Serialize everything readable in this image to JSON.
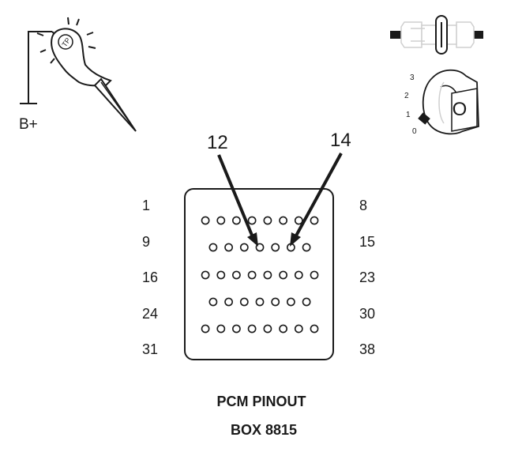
{
  "probe": {
    "icon": "test-light-probe-icon",
    "supply_label": "B+",
    "handle_text": "TP"
  },
  "ignition": {
    "switch_icon": "ignition-switch-icon",
    "key_icon": "ignition-key-icon",
    "positions": [
      "3",
      "2",
      "1",
      "0"
    ],
    "key_face": "O"
  },
  "connector": {
    "row_labels_left": [
      "1",
      "9",
      "16",
      "24",
      "31"
    ],
    "row_labels_right": [
      "8",
      "15",
      "23",
      "30",
      "38"
    ],
    "row_pin_counts": [
      8,
      7,
      8,
      7,
      8
    ],
    "callouts": [
      {
        "label": "12",
        "pin": 12
      },
      {
        "label": "14",
        "pin": 14
      }
    ]
  },
  "caption": {
    "title": "PCM PINOUT",
    "subtitle": "BOX 8815"
  },
  "colors": {
    "line": "#1a1a1a",
    "background": "#ffffff",
    "light_gray": "#cfcfcf"
  }
}
